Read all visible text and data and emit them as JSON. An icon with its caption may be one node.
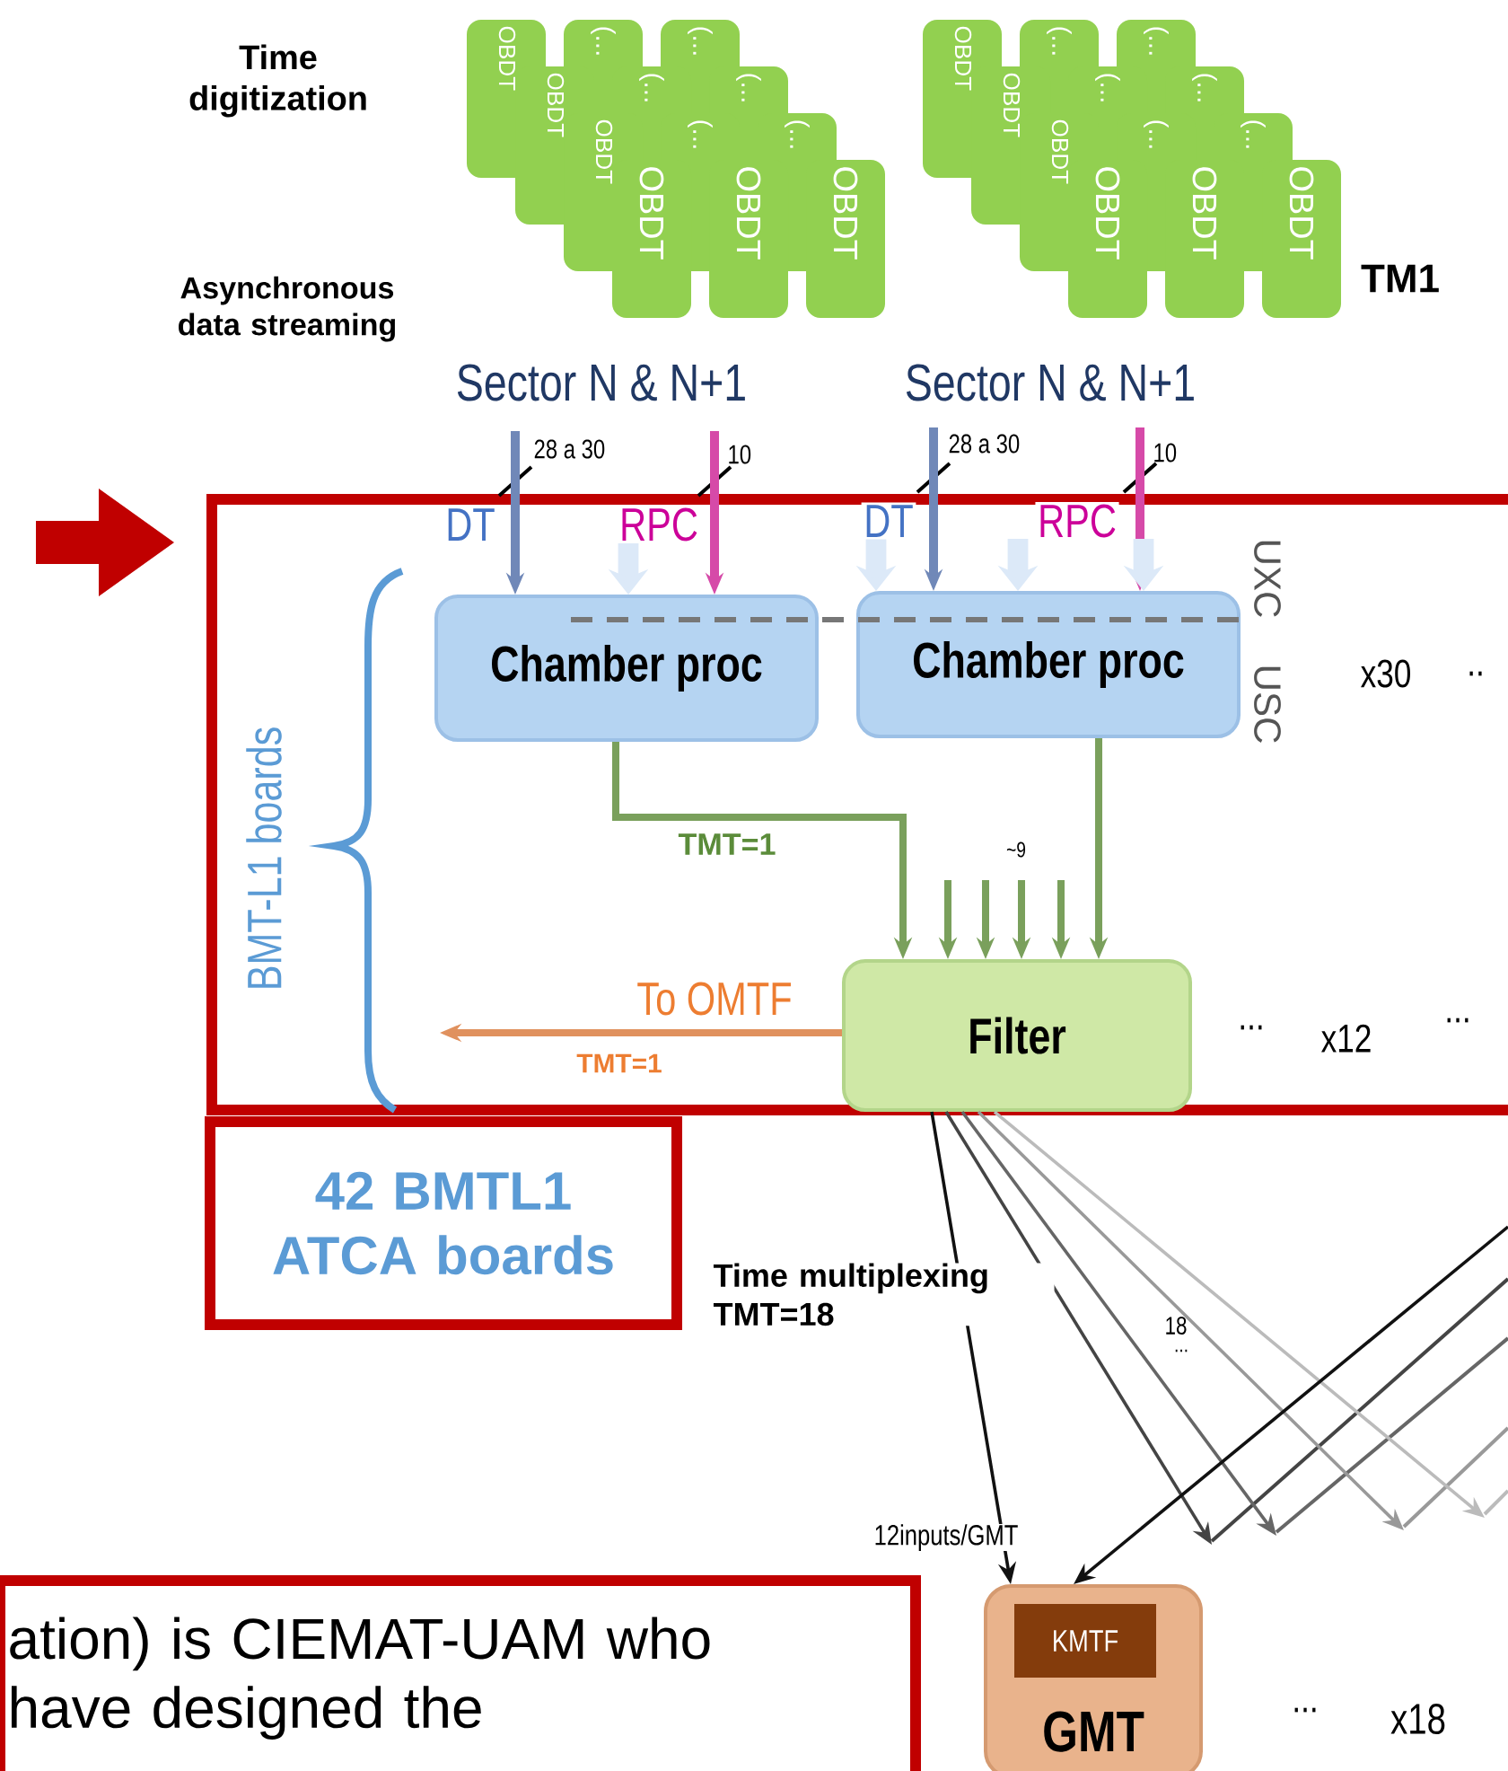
{
  "diagram": {
    "nodes": [
      {
        "text": [
          "OBDT"
        ]
      },
      {
        "text": [
          "(..."
        ]
      },
      {
        "text": [
          "(..."
        ]
      },
      {
        "text": [
          "OBDT"
        ]
      },
      {
        "text": [
          "(..."
        ]
      },
      {
        "text": [
          "(..."
        ]
      },
      {
        "text": [
          "OBDT"
        ]
      },
      {
        "text": [
          "(..."
        ]
      },
      {
        "text": [
          "(..."
        ]
      },
      {
        "text": [
          "OBDT"
        ]
      },
      {
        "text": [
          "OBDT"
        ]
      },
      {
        "text": [
          "OBDT"
        ]
      },
      {
        "text": [
          "OBDT"
        ]
      },
      {
        "text": [
          "(..."
        ]
      },
      {
        "text": [
          "(..."
        ]
      },
      {
        "text": [
          "OBDT"
        ]
      },
      {
        "text": [
          "(..."
        ]
      },
      {
        "text": [
          "(..."
        ]
      },
      {
        "text": [
          "OBDT"
        ]
      },
      {
        "text": [
          "(..."
        ]
      },
      {
        "text": [
          "(..."
        ]
      },
      {
        "text": [
          "OBDT"
        ]
      },
      {
        "text": [
          "OBDT"
        ]
      },
      {
        "text": [
          "OBDT"
        ]
      },
      {
        "text": [
          "BMT-L1 boards"
        ]
      },
      {
        "text": [
          "Chamber proc"
        ],
        "in": 24
      },
      {
        "text": [
          "Chamber proc"
        ],
        "in": 24
      },
      {
        "text": [
          "Filter"
        ],
        "in": 24
      },
      {
        "text": [
          "42 BMTL1 ATCA boards"
        ]
      },
      {
        "text": [
          "ation) is CIEMAT-UAM who have designed the"
        ]
      },
      {
        "text": [
          "GMT"
        ]
      },
      {
        "text": [
          "KMTF"
        ],
        "in": 30
      }
    ],
    "edges": [
      {
        "from": null,
        "to": 25,
        "arrow": "to",
        "label": "DT",
        "color": "#7088b8"
      },
      {
        "from": null,
        "to": 25,
        "arrow": "to",
        "label": "RPC",
        "color": "#d64aa8"
      },
      {
        "from": null,
        "to": 26,
        "arrow": "to",
        "label": "DT",
        "color": "#7088b8"
      },
      {
        "from": null,
        "to": 26,
        "arrow": "to",
        "label": "RPC",
        "color": "#d64aa8"
      },
      {
        "from": null,
        "to": 25,
        "arrow": "to",
        "style": "thick",
        "color": "#dce9f8"
      },
      {
        "from": null,
        "to": 26,
        "arrow": "to",
        "style": "thick",
        "color": "#dce9f8"
      },
      {
        "from": null,
        "to": 26,
        "arrow": "to",
        "style": "thick",
        "color": "#dce9f8"
      },
      {
        "from": null,
        "to": 26,
        "arrow": "to",
        "style": "thick",
        "color": "#dce9f8"
      },
      {
        "from": 25,
        "to": 27,
        "arrow": "to",
        "label": "TMT=1",
        "color": "#7aa05c"
      },
      {
        "from": 26,
        "to": 27,
        "arrow": "to",
        "color": "#7aa05c"
      },
      {
        "from": null,
        "to": 27,
        "arrow": "to",
        "color": "#7aa05c"
      },
      {
        "from": null,
        "to": 27,
        "arrow": "to",
        "color": "#7aa05c"
      },
      {
        "from": null,
        "to": 27,
        "arrow": "to",
        "color": "#7aa05c"
      },
      {
        "from": null,
        "to": 27,
        "arrow": "to",
        "color": "#7aa05c"
      },
      {
        "from": 27,
        "to": null,
        "arrow": "to",
        "label": "To OMTF",
        "color": "#e0915e"
      },
      {
        "from": 27,
        "to": 30,
        "arrow": "to",
        "color": "#111111"
      },
      {
        "from": 27,
        "to": null,
        "arrow": "to",
        "color": "#444444"
      },
      {
        "from": 27,
        "to": null,
        "arrow": "to",
        "color": "#666666"
      },
      {
        "from": 27,
        "to": null,
        "arrow": "to",
        "color": "#999999"
      },
      {
        "from": 27,
        "to": null,
        "arrow": "to",
        "color": "#bbbbbb"
      },
      {
        "from": null,
        "to": 30,
        "arrow": "to",
        "color": "#111111"
      }
    ],
    "labels": [
      "Time digitization",
      "Asynchronous data streaming",
      "TM1",
      "Sector N & N+1",
      "Sector N & N+1",
      "28 a 30",
      "10",
      "28 a 30",
      "10",
      "UXC",
      "USC",
      "x30",
      "..",
      "~9",
      "TMT=1",
      "...",
      "x12",
      "...",
      "Time multiplexing TMT=18",
      "18",
      "...",
      "12inputs/GMT",
      "...",
      "x18"
    ]
  }
}
